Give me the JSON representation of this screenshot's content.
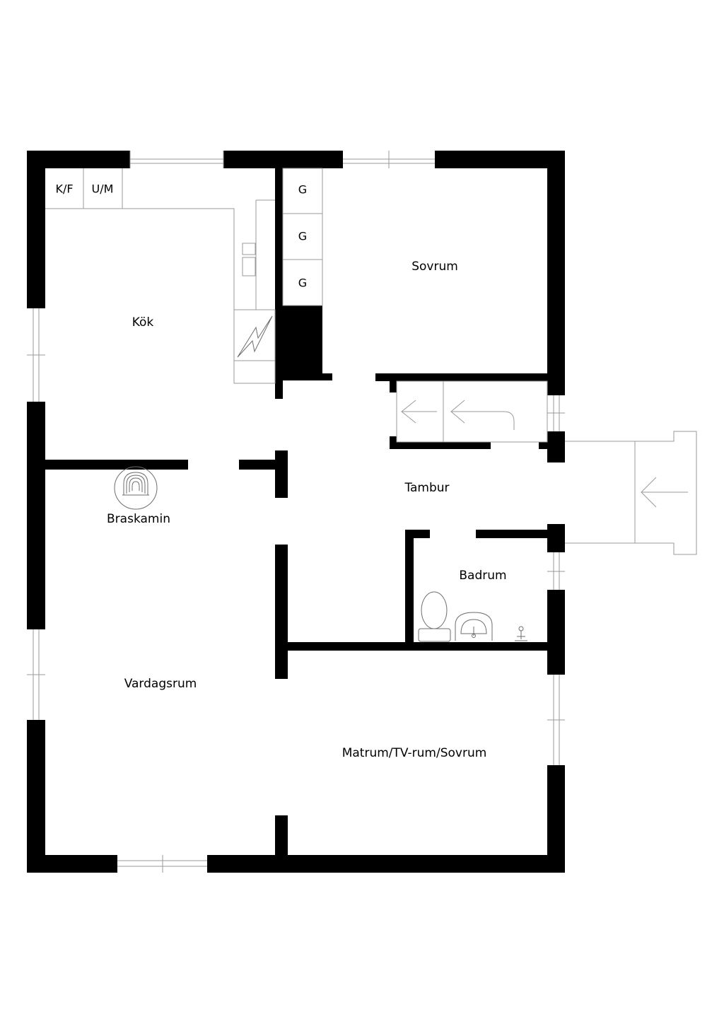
{
  "rooms": {
    "kok": "Kök",
    "sovrum": "Sovrum",
    "tambur": "Tambur",
    "badrum": "Badrum",
    "vardagsrum": "Vardagsrum",
    "matrum": "Matrum/TV-rum/Sovrum"
  },
  "fixtures": {
    "braskamin": "Braskamin",
    "kf": "K/F",
    "um": "U/M",
    "wardrobes": [
      "G",
      "G",
      "G"
    ]
  },
  "icons": {
    "stove": "fireplace-icon",
    "toilet": "toilet-icon",
    "sink": "sink-icon",
    "shower": "shower-icon",
    "entrance": "entrance-arrow-icon"
  },
  "colors": {
    "wall": "#000000",
    "line": "#9a9a9a",
    "background": "#ffffff"
  }
}
